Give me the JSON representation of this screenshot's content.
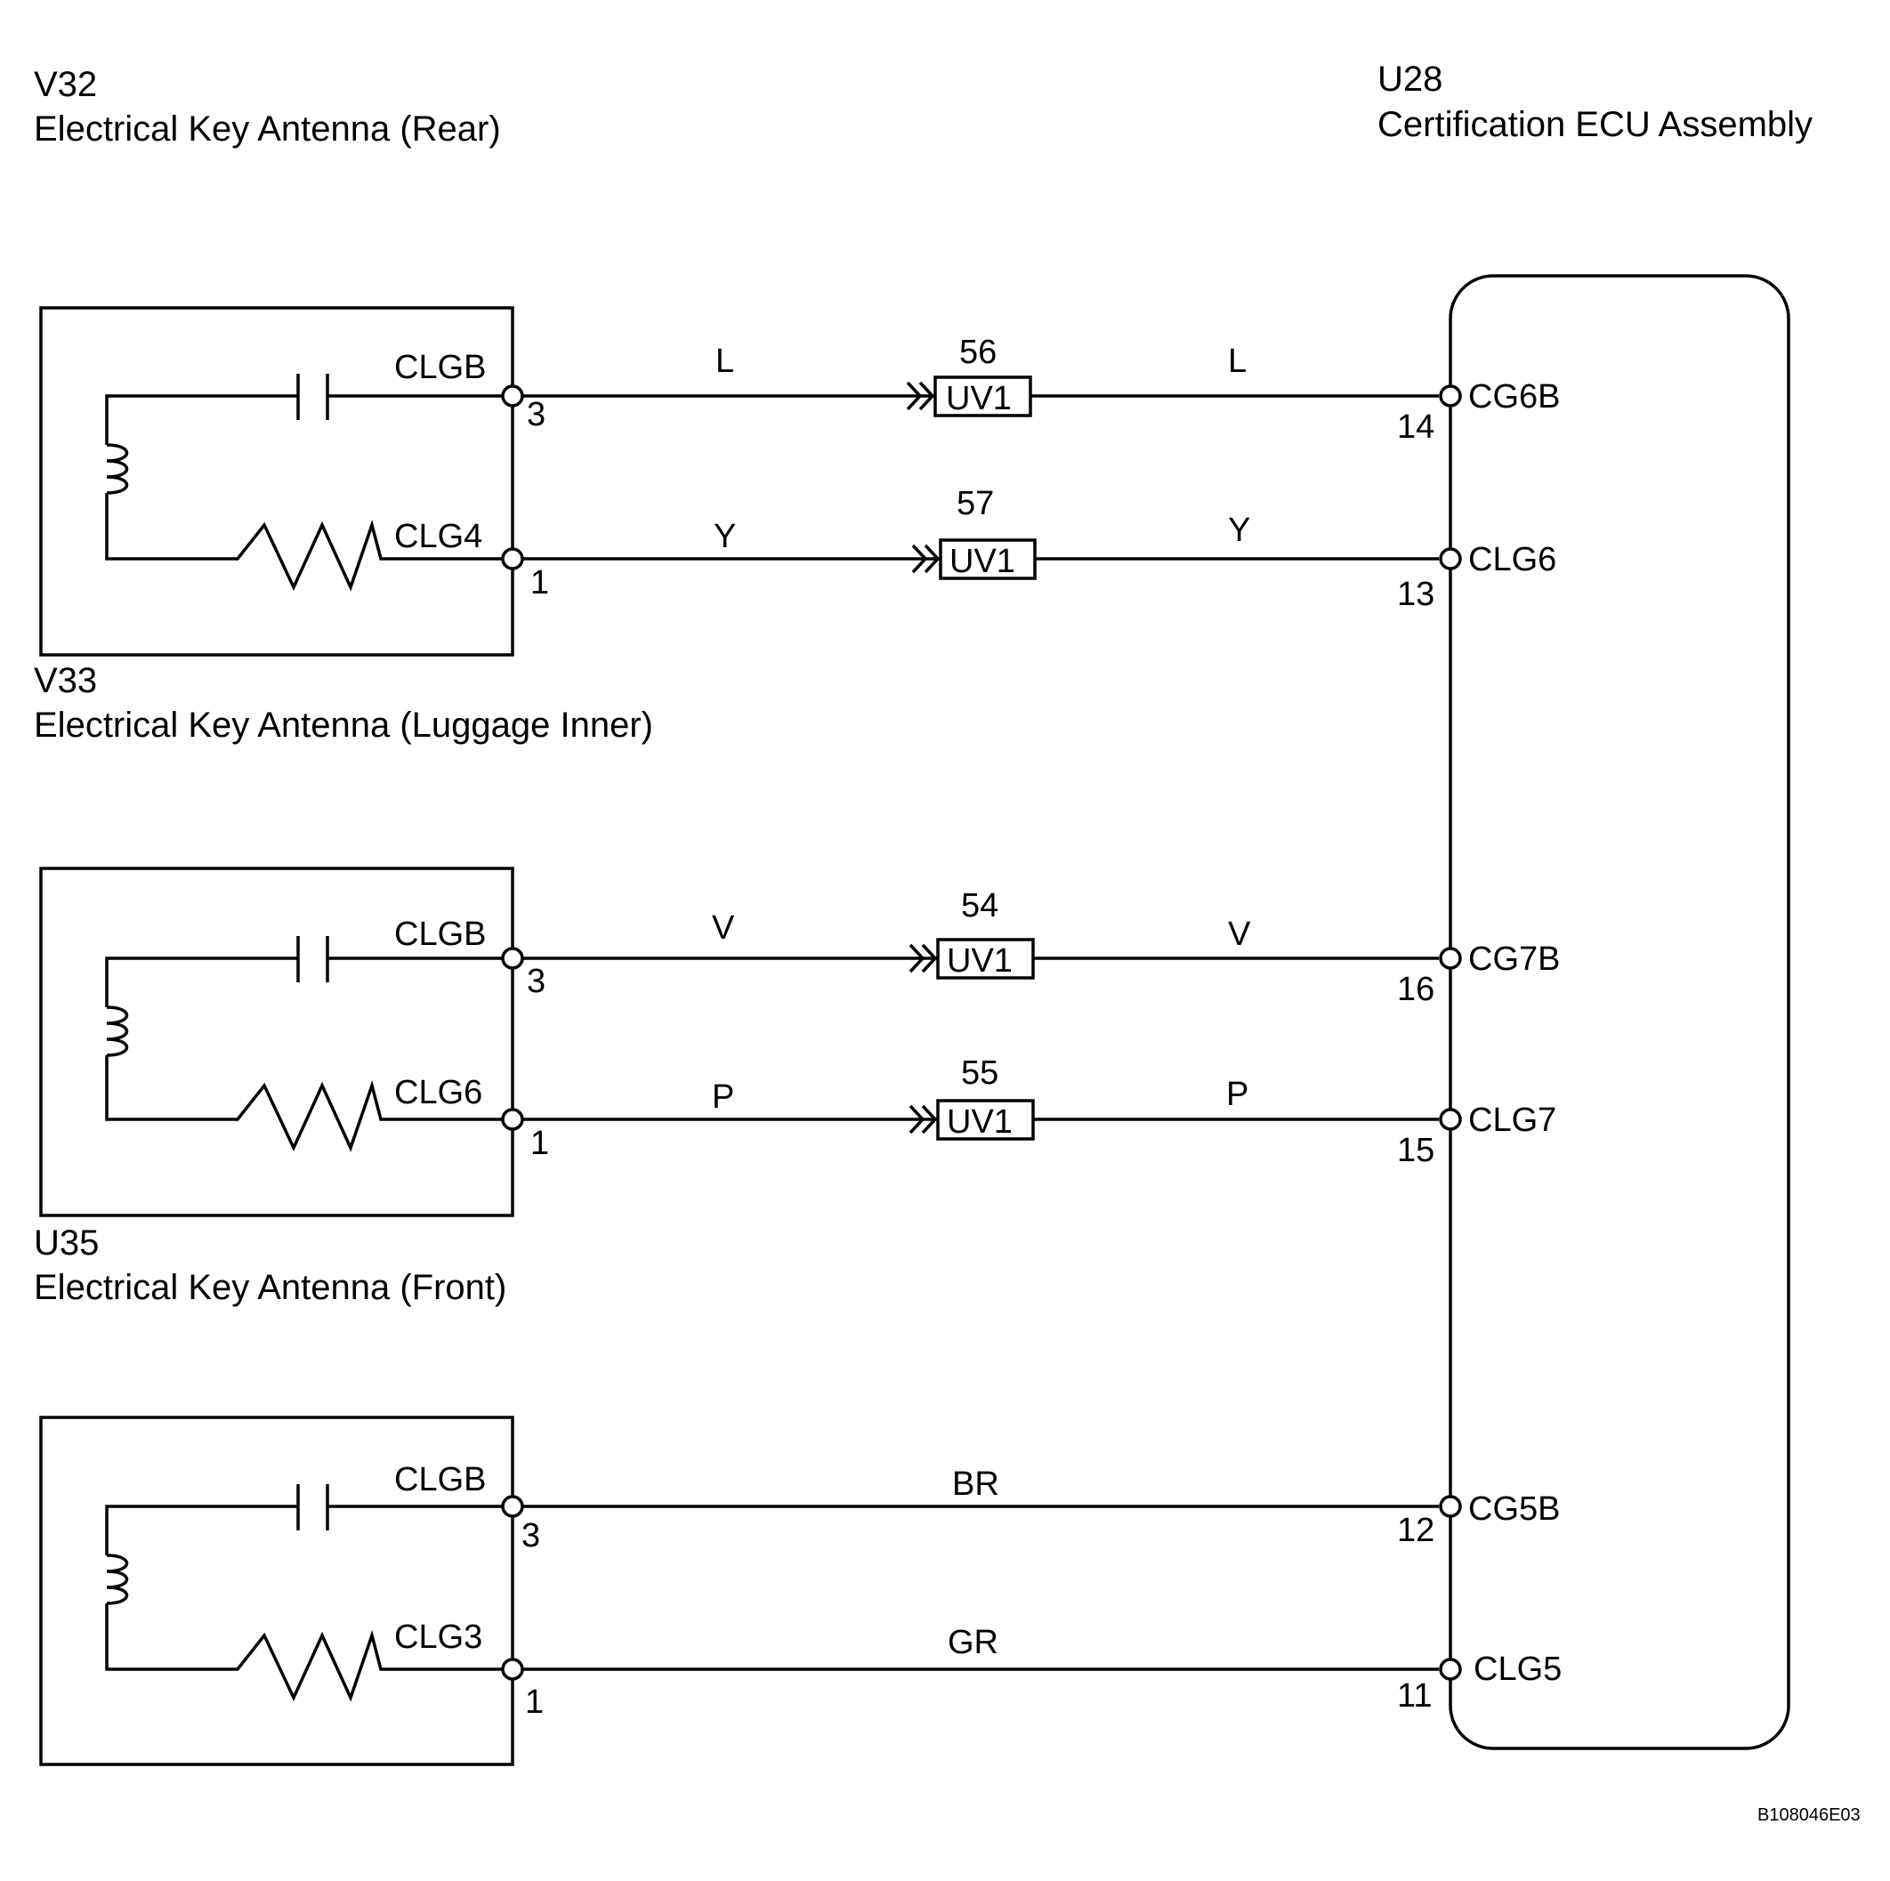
{
  "components": {
    "v32": {
      "code": "V32",
      "name": "Electrical Key Antenna (Rear)"
    },
    "v33": {
      "code": "V33",
      "name": "Electrical Key Antenna (Luggage Inner)"
    },
    "u35": {
      "code": "U35",
      "name": "Electrical Key Antenna (Front)"
    },
    "u28": {
      "code": "U28",
      "name": "Certification ECU Assembly"
    }
  },
  "antenna_boxes": [
    {
      "top_signal": "CLGB",
      "top_pin": "3",
      "bottom_signal": "CLG4",
      "bottom_pin": "1"
    },
    {
      "top_signal": "CLGB",
      "top_pin": "3",
      "bottom_signal": "CLG6",
      "bottom_pin": "1"
    },
    {
      "top_signal": "CLGB",
      "top_pin": "3",
      "bottom_signal": "CLG3",
      "bottom_pin": "1"
    }
  ],
  "wires": [
    {
      "color_left": "L",
      "color_right": "L",
      "connector": "UV1",
      "connector_pin": "56",
      "ecu_signal": "CG6B",
      "ecu_pin": "14"
    },
    {
      "color_left": "Y",
      "color_right": "Y",
      "connector": "UV1",
      "connector_pin": "57",
      "ecu_signal": "CLG6",
      "ecu_pin": "13"
    },
    {
      "color_left": "V",
      "color_right": "V",
      "connector": "UV1",
      "connector_pin": "54",
      "ecu_signal": "CG7B",
      "ecu_pin": "16"
    },
    {
      "color_left": "P",
      "color_right": "P",
      "connector": "UV1",
      "connector_pin": "55",
      "ecu_signal": "CLG7",
      "ecu_pin": "15"
    },
    {
      "color": "BR",
      "ecu_signal": "CG5B",
      "ecu_pin": "12"
    },
    {
      "color": "GR",
      "ecu_signal": "CLG5",
      "ecu_pin": "11"
    }
  ],
  "reference": "B108046E03"
}
